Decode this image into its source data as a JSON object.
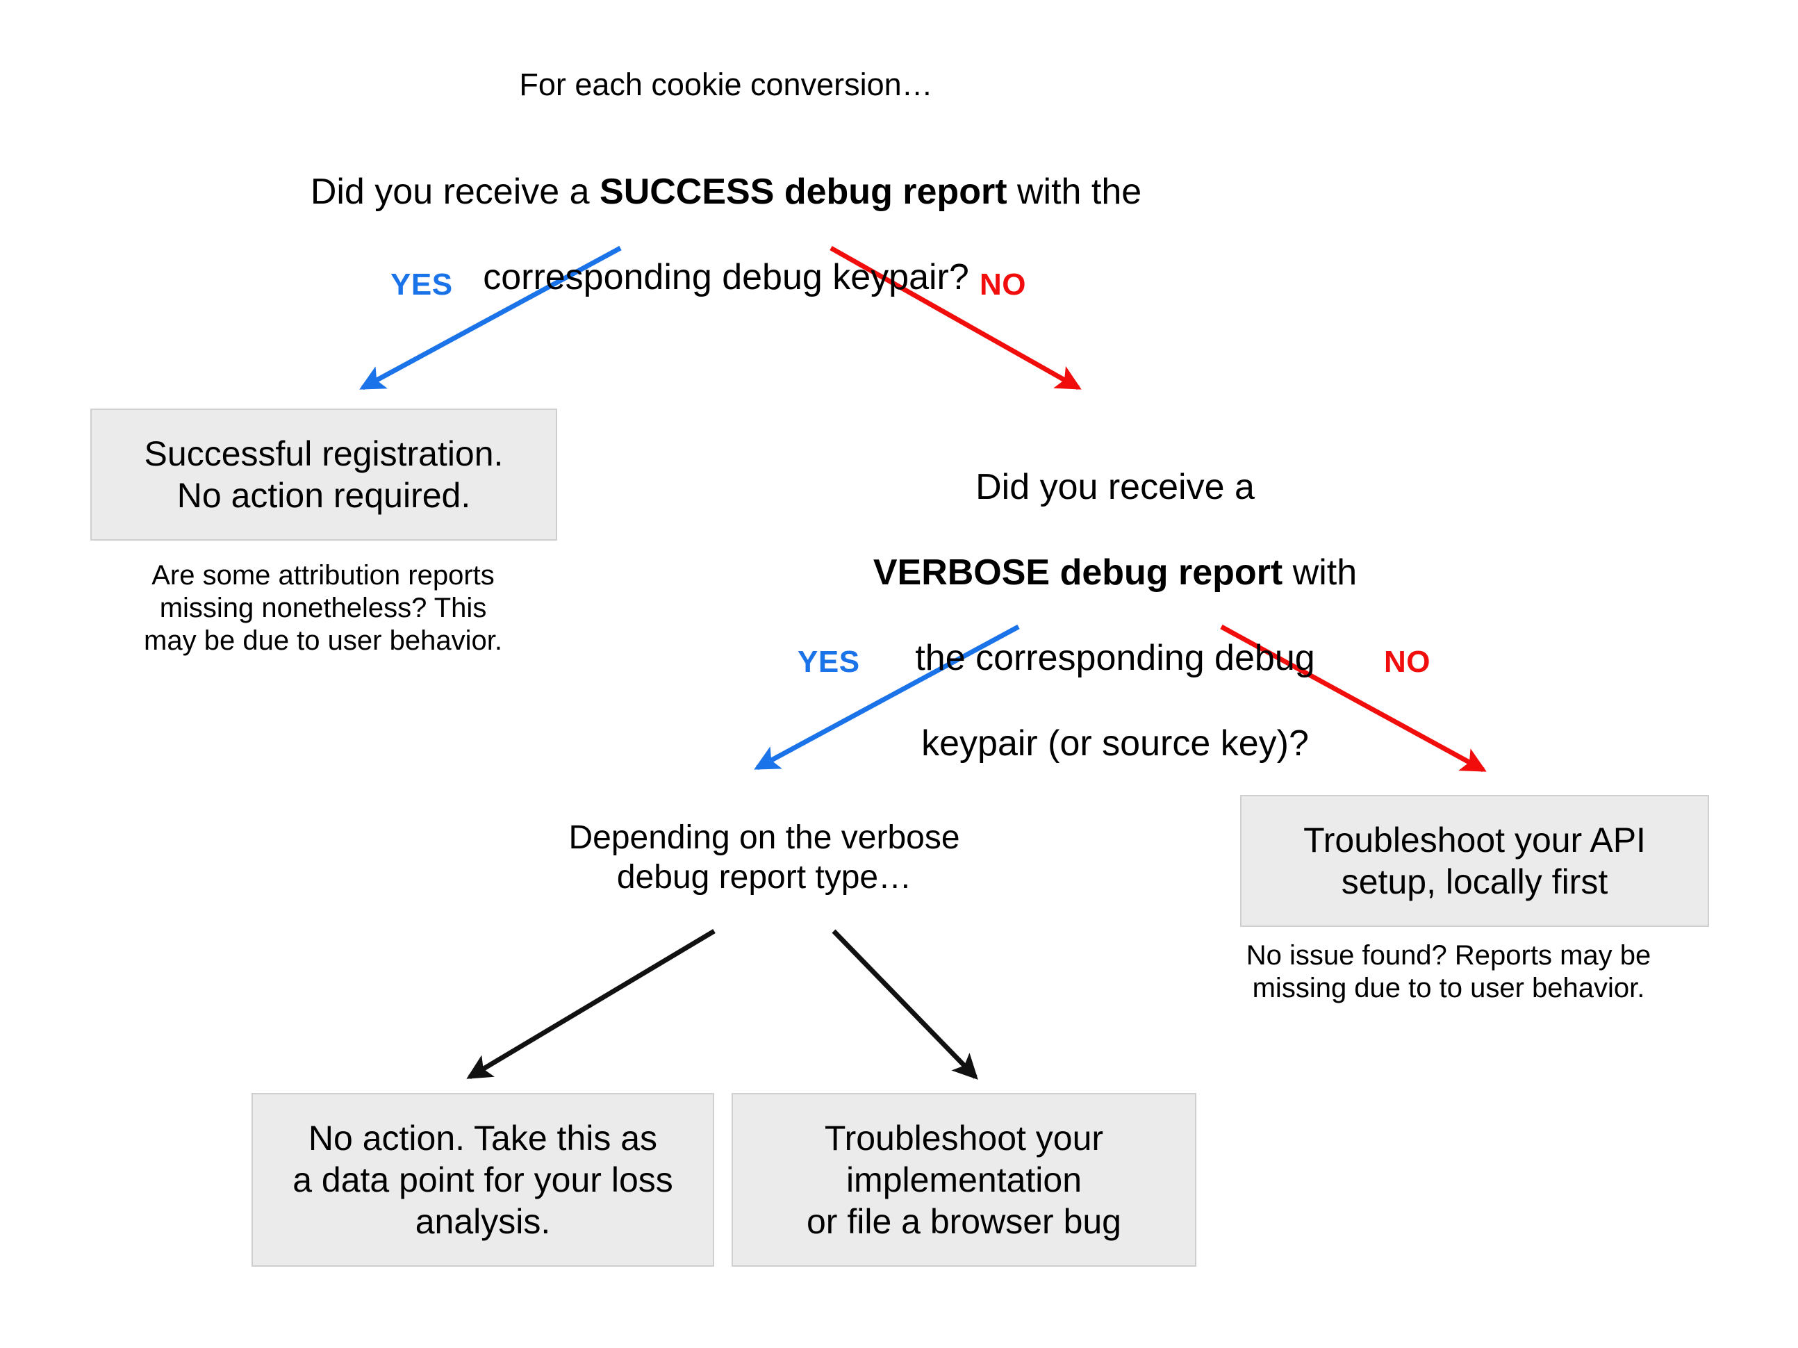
{
  "diagram": {
    "title": "For each cookie conversion…",
    "colors": {
      "yes": "#1a73e8",
      "no": "#f20d0d",
      "neutral": "#000000",
      "box_fill": "#ebebeb",
      "box_border": "#cfcfcf",
      "background": "#ffffff"
    },
    "nodes": {
      "root_title": "For each cookie conversion…",
      "q1": {
        "line1_pre": "Did you receive a ",
        "line1_bold": "SUCCESS debug report",
        "line1_post": " with the",
        "line2": "corresponding debug keypair?"
      },
      "success_box": "Successful registration.\nNo action required.",
      "success_caption": "Are some attribution reports\nmissing nonetheless? This\nmay be due to user behavior.",
      "q2": {
        "line1": "Did you receive a",
        "line2_bold": "VERBOSE debug report",
        "line2_post": " with",
        "line3": "the corresponding debug",
        "line4": "keypair (or source key)?"
      },
      "verbose_type": "Depending on the verbose\ndebug report type…",
      "api_box": "Troubleshoot your API\nsetup, locally first",
      "api_caption": "No issue found? Reports may be\nmissing due to to user behavior.",
      "no_action_box": "No action. Take this as\na data point for your loss\nanalysis.",
      "troubleshoot_box": "Troubleshoot your\nimplementation\nor file a browser bug"
    },
    "edges": [
      {
        "id": "q1-yes",
        "label": "YES",
        "color": "#1a73e8",
        "from": "q1",
        "to": "success_box"
      },
      {
        "id": "q1-no",
        "label": "NO",
        "color": "#f20d0d",
        "from": "q1",
        "to": "q2"
      },
      {
        "id": "q2-yes",
        "label": "YES",
        "color": "#1a73e8",
        "from": "q2",
        "to": "verbose_type"
      },
      {
        "id": "q2-no",
        "label": "NO",
        "color": "#f20d0d",
        "from": "q2",
        "to": "api_box"
      },
      {
        "id": "type-left",
        "label": "",
        "color": "#000000",
        "from": "verbose_type",
        "to": "no_action_box"
      },
      {
        "id": "type-right",
        "label": "",
        "color": "#000000",
        "from": "verbose_type",
        "to": "troubleshoot_box"
      }
    ],
    "edge_labels": {
      "q1_yes": "YES",
      "q1_no": "NO",
      "q2_yes": "YES",
      "q2_no": "NO"
    }
  }
}
